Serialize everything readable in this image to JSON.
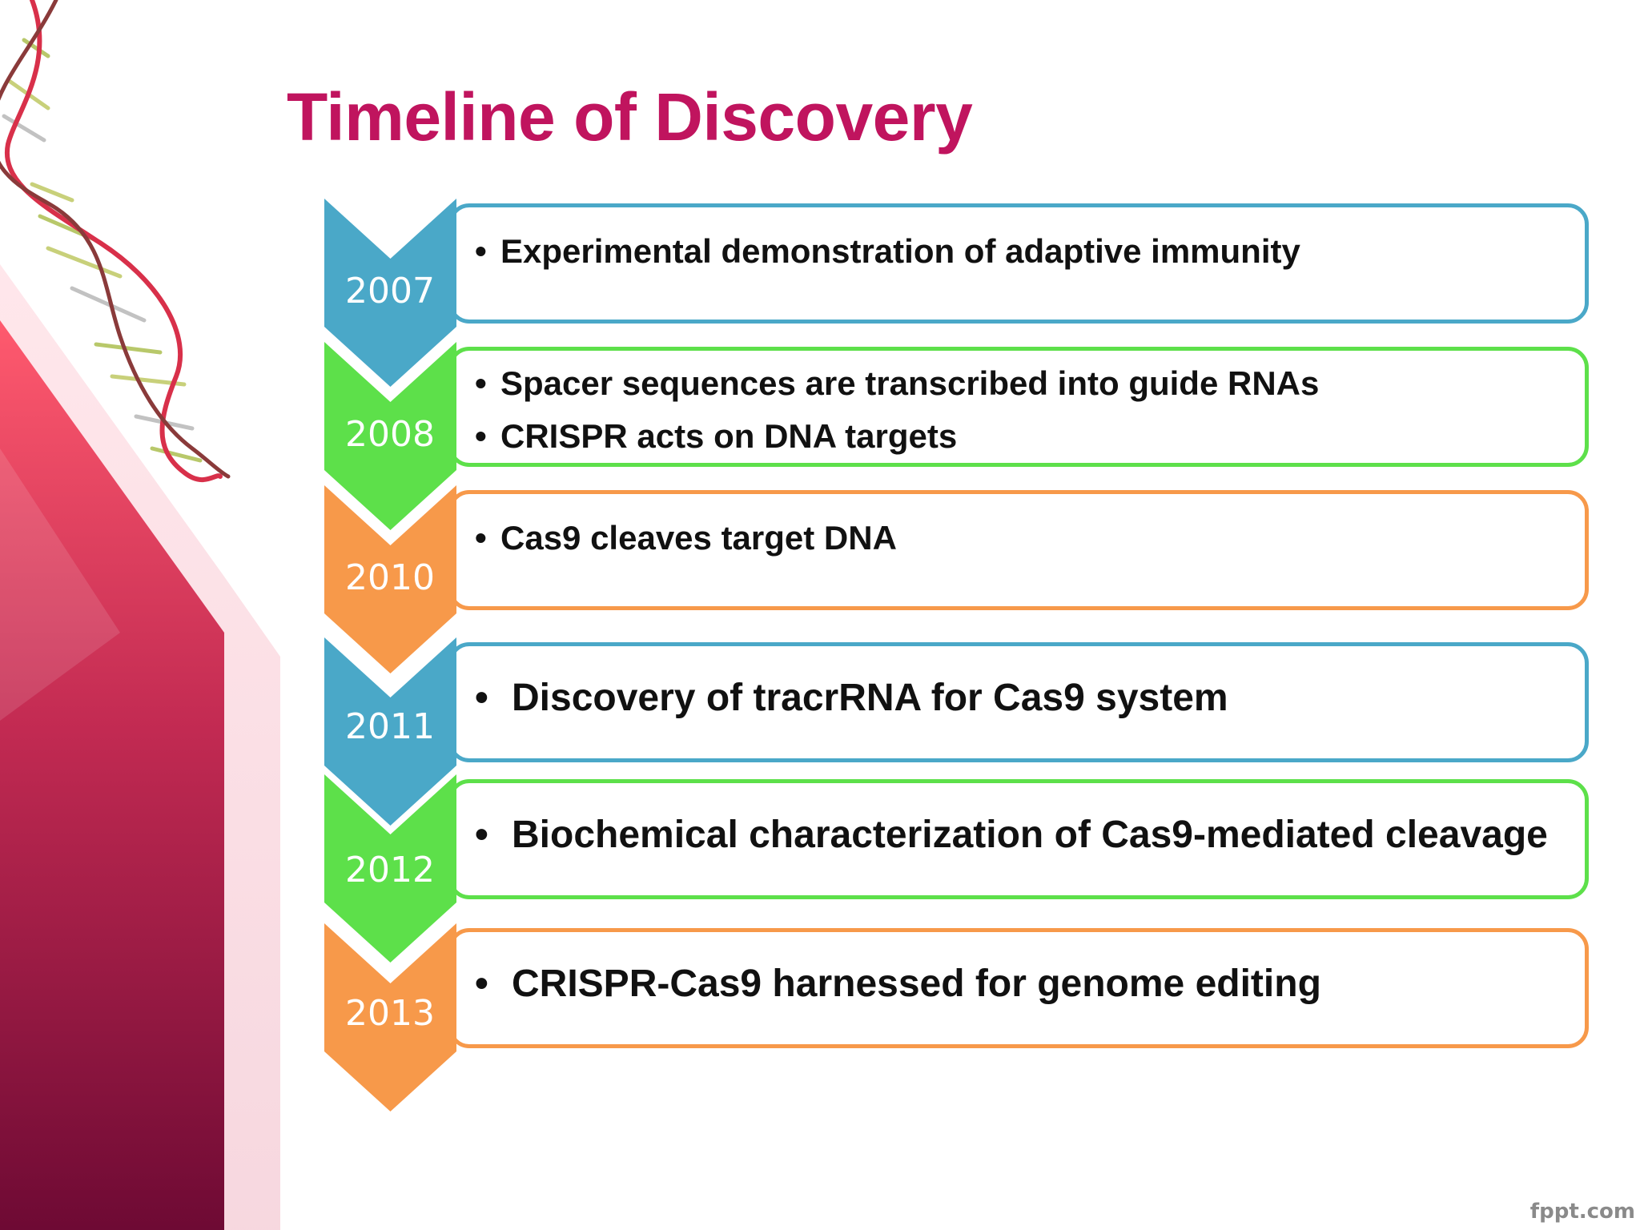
{
  "slide": {
    "title": "Timeline of Discovery",
    "watermark": "fppt.com"
  },
  "colors": {
    "title": "#c0145e",
    "blue": "#4aa8c8",
    "green": "#5de04a",
    "orange": "#f7994a"
  },
  "timeline": [
    {
      "year": "2007",
      "color": "#4aa8c8",
      "items": [
        "Experimental demonstration of adaptive immunity"
      ]
    },
    {
      "year": "2008",
      "color": "#5de04a",
      "items": [
        "Spacer sequences are transcribed into guide RNAs",
        "CRISPR acts on DNA targets"
      ]
    },
    {
      "year": "2010",
      "color": "#f7994a",
      "items": [
        "Cas9 cleaves target DNA"
      ]
    },
    {
      "year": "2011",
      "color": "#4aa8c8",
      "items": [
        "Discovery of tracrRNA for Cas9 system"
      ]
    },
    {
      "year": "2012",
      "color": "#5de04a",
      "items": [
        "Biochemical characterization of Cas9-mediated cleavage"
      ]
    },
    {
      "year": "2013",
      "color": "#f7994a",
      "items": [
        "CRISPR-Cas9 harnessed for genome editing"
      ]
    }
  ]
}
